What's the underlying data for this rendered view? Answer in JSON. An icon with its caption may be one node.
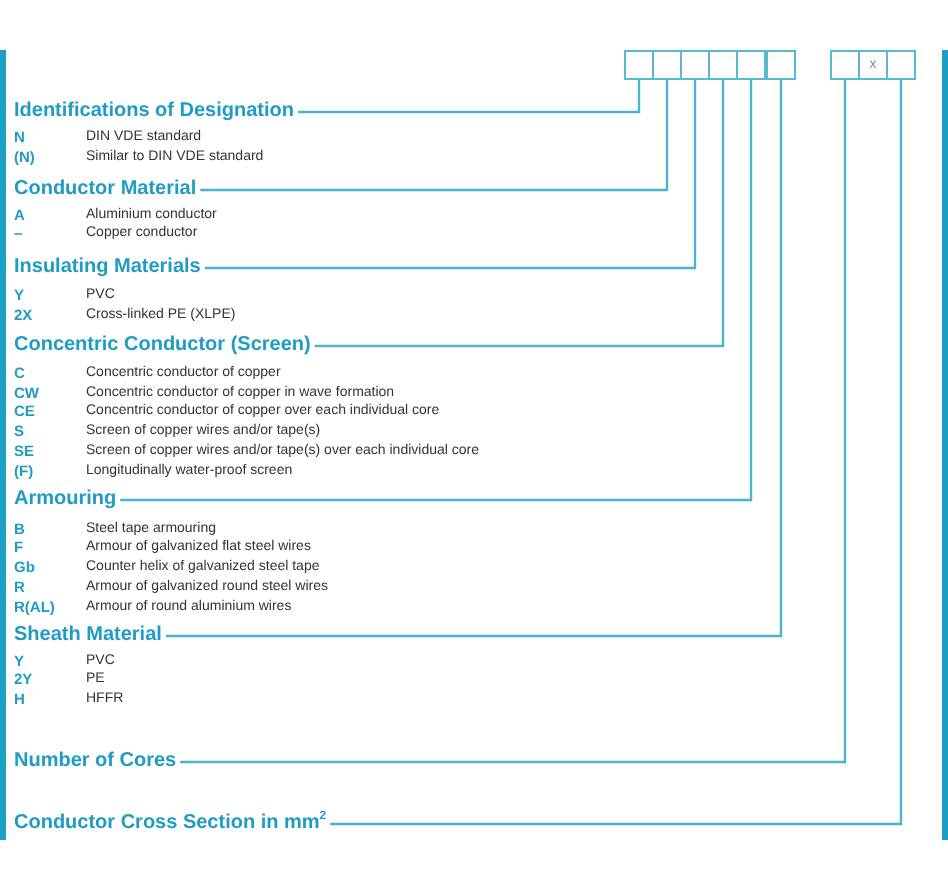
{
  "diagram": {
    "nodes": [
      {
        "text": [],
        "shape": "box"
      },
      {
        "text": [],
        "shape": "box"
      },
      {
        "text": [],
        "shape": "box"
      },
      {
        "text": [],
        "shape": "box"
      },
      {
        "text": [],
        "shape": "box"
      },
      {
        "text": [],
        "shape": "box"
      },
      {
        "text": [],
        "shape": "box"
      },
      {
        "text": [
          "x"
        ]
      },
      {
        "text": [],
        "shape": "box"
      },
      {
        "text": [
          "Identifications of Designation"
        ]
      },
      {
        "text": [
          "Conductor Material"
        ]
      },
      {
        "text": [
          "Insulating Materials"
        ]
      },
      {
        "text": [
          "Concentric Conductor (Screen)"
        ]
      },
      {
        "text": [
          "Armouring"
        ]
      },
      {
        "text": [
          "Sheath Material"
        ]
      },
      {
        "text": [
          "Number of Cores"
        ]
      },
      {
        "text": [
          "Conductor Cross Section in mm$^{2}$"
        ]
      }
    ],
    "edges": [
      {
        "from": 9,
        "to": 0,
        "arrow": "none"
      },
      {
        "from": 10,
        "to": 1,
        "arrow": "none"
      },
      {
        "from": 11,
        "to": 2,
        "arrow": "none"
      },
      {
        "from": 12,
        "to": 3,
        "arrow": "none"
      },
      {
        "from": 13,
        "to": 4,
        "arrow": "none"
      },
      {
        "from": 14,
        "to": 5,
        "arrow": "none"
      },
      {
        "from": 15,
        "to": 6,
        "arrow": "none"
      },
      {
        "from": 16,
        "to": 8,
        "arrow": "none"
      }
    ],
    "labels": [
      "N",
      "DIN VDE standard",
      "(N)",
      "Similar to DIN VDE standard",
      "A",
      "Aluminium conductor",
      "–",
      "Copper conductor",
      "Y",
      "PVC",
      "2X",
      "Cross-linked PE (XLPE)",
      "C",
      "Concentric conductor of copper",
      "CW",
      "Concentric conductor of copper in wave formation",
      "CE",
      "Concentric conductor of copper over each individual core",
      "S",
      "Screen of copper wires and/or tape(s)",
      "SE",
      "Screen of copper wires and/or tape(s) over each individual core",
      "(F)",
      "Longitudinally water-proof screen",
      "B",
      "Steel tape armouring",
      "F",
      "Armour of galvanized flat steel wires",
      "Gb",
      "Counter helix of galvanized steel tape",
      "R",
      "Armour of galvanized round steel wires",
      "R(AL)",
      "Armour of round aluminium wires",
      "Y",
      "PVC",
      "2Y",
      "PE",
      "H",
      "HFFR"
    ]
  }
}
